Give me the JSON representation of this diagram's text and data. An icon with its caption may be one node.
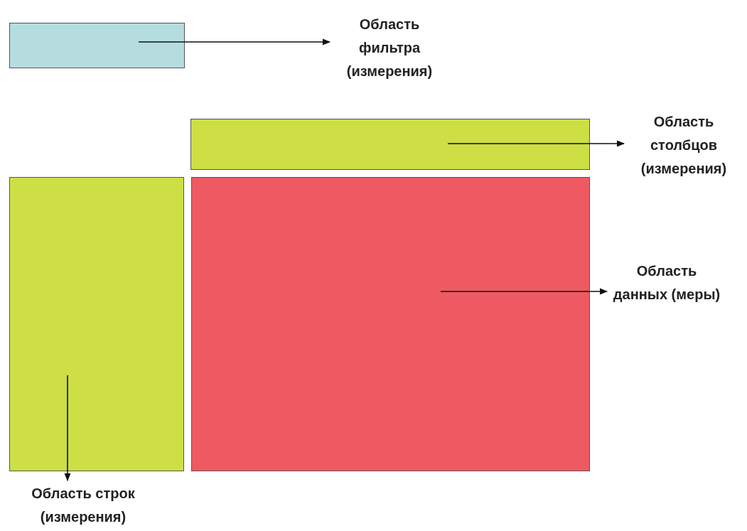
{
  "diagram": {
    "nodes": [
      {
        "text": [],
        "shape": "box"
      },
      {
        "text": [
          "Область фильтра (измерения)"
        ]
      },
      {
        "text": [],
        "shape": "box"
      },
      {
        "text": [
          "Область столбцов (измерения)"
        ]
      },
      {
        "text": [],
        "shape": "box"
      },
      {
        "text": [],
        "shape": "box"
      },
      {
        "text": [
          "Область данных (меры)"
        ]
      },
      {
        "text": [
          "Область строк (измерения)"
        ]
      }
    ],
    "edges": [
      {
        "from": 0,
        "to": 1,
        "arrow": "to"
      },
      {
        "from": 2,
        "to": 3,
        "arrow": "to"
      },
      {
        "from": 5,
        "to": 6,
        "arrow": "to"
      },
      {
        "from": 4,
        "to": 7,
        "arrow": "to"
      }
    ]
  }
}
